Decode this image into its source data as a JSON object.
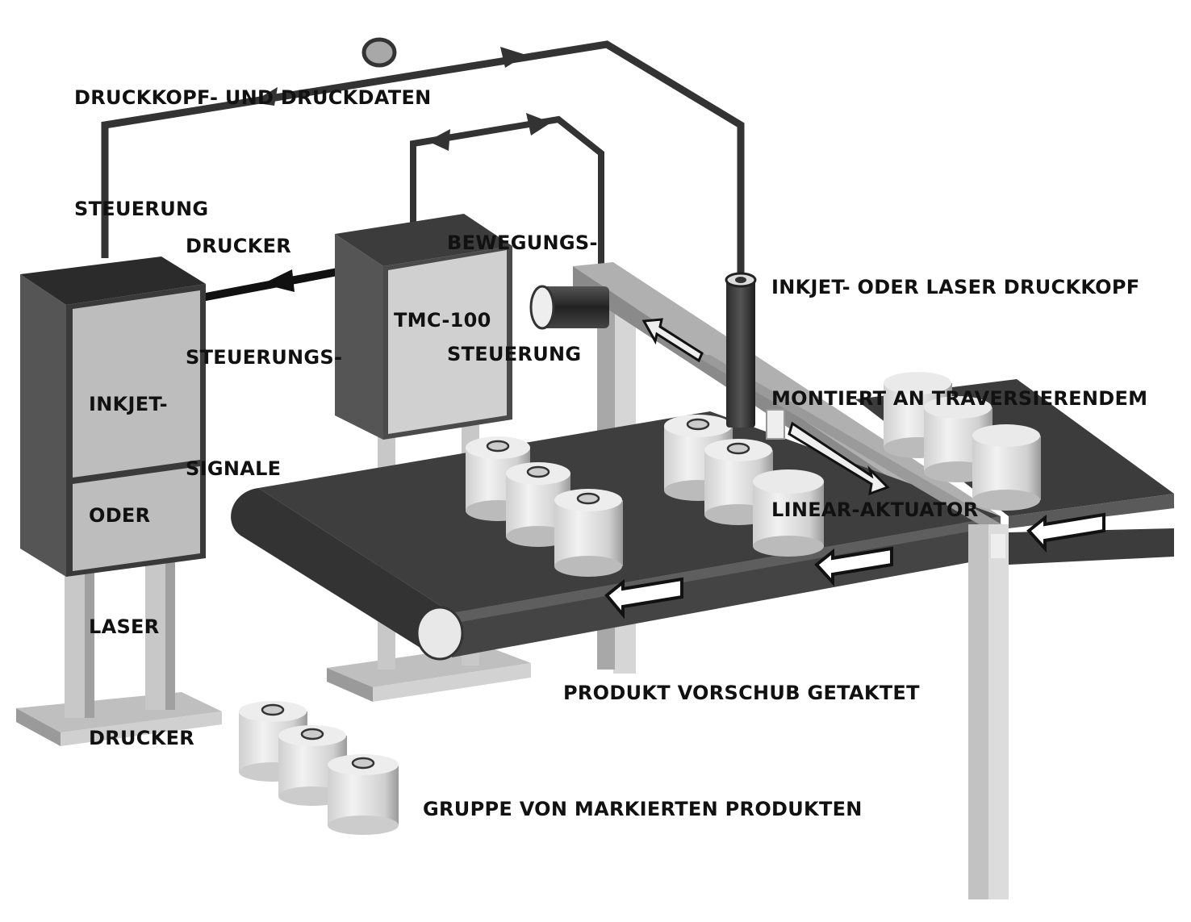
{
  "labels": {
    "data_control": [
      "DRUCKKOPF- UND DRUCKDATEN",
      "STEUERUNG"
    ],
    "printer_signals": [
      "DRUCKER",
      "STEUERUNGS-",
      "SIGNALE"
    ],
    "motion_control": [
      "BEWEGUNGS-",
      "STEUERUNG"
    ],
    "printhead": [
      "INKJET- ODER LASER DRUCKKOPF",
      "MONTIERT AN TRAVERSIERENDEM",
      "LINEAR-AKTUATOR"
    ],
    "printer_cabinet": [
      "INKJET-",
      "ODER",
      "LASER",
      "DRUCKER"
    ],
    "controller": "TMC-100",
    "conveyor": "PRODUKT VORSCHUB GETAKTET",
    "marked_group": "GRUPPE VON MARKIERTEN PRODUKTEN"
  },
  "colors": {
    "cable": "#333333",
    "belt": "#3c3c3c",
    "cabinet_dark": "#3a3a3a",
    "panel": "#bdbdbd",
    "frame": "#a8a8a8",
    "product": "#e6e6e6"
  }
}
